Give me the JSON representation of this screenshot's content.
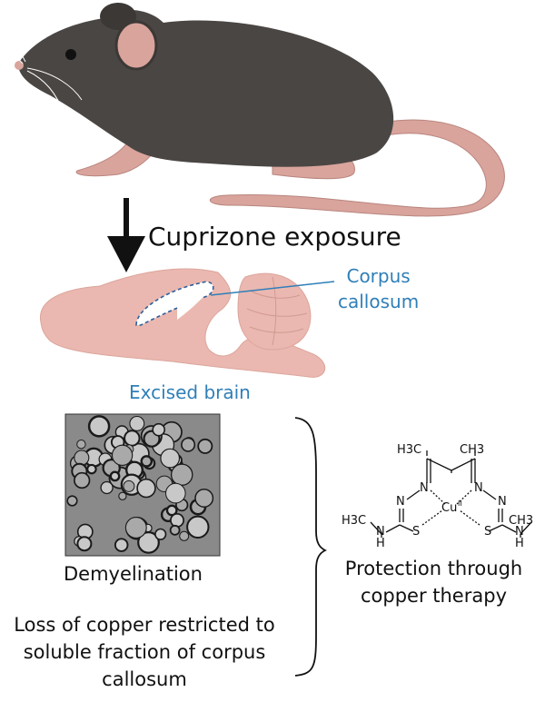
{
  "labels": {
    "exposure": "Cuprizone exposure",
    "corpus_line1": "Corpus",
    "corpus_line2": "callosum",
    "excised_brain": "Excised brain",
    "demyelination": "Demyelination",
    "loss_text": "Loss of copper restricted to soluble fraction of corpus callosum",
    "protection_text": "Protection through copper therapy"
  },
  "molecule": {
    "methyl_left_top": "H3C",
    "methyl_right_top": "CH3",
    "methyl_left_side": "H3C",
    "methyl_right_side": "CH3",
    "n": "N",
    "s": "S",
    "h": "H",
    "cu": "Cu",
    "cu_charge": "II"
  },
  "colors": {
    "mouse_body": "#4a4644",
    "mouse_pink": "#d9a49c",
    "brain_fill": "#eab8b0",
    "label_blue": "#2f7fb8",
    "arrow": "#111111"
  }
}
